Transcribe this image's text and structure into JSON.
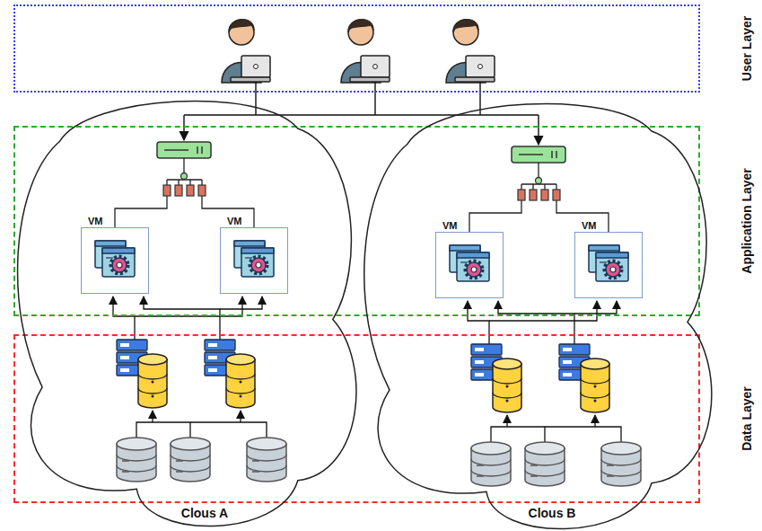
{
  "diagram": {
    "nodes": [
      {
        "text": [
          "User Layer"
        ]
      },
      {
        "text": [
          "Application Layer"
        ]
      },
      {
        "text": [
          "Data Layer"
        ]
      },
      {
        "text": [
          "Clous A"
        ]
      },
      {
        "text": [
          "VM"
        ],
        "in": 3
      },
      {
        "text": [
          "VM"
        ],
        "in": 3
      },
      {
        "text": [
          "Clous B"
        ]
      },
      {
        "text": [
          "VM"
        ],
        "in": 6
      },
      {
        "text": [
          "VM"
        ],
        "in": 6
      }
    ]
  }
}
